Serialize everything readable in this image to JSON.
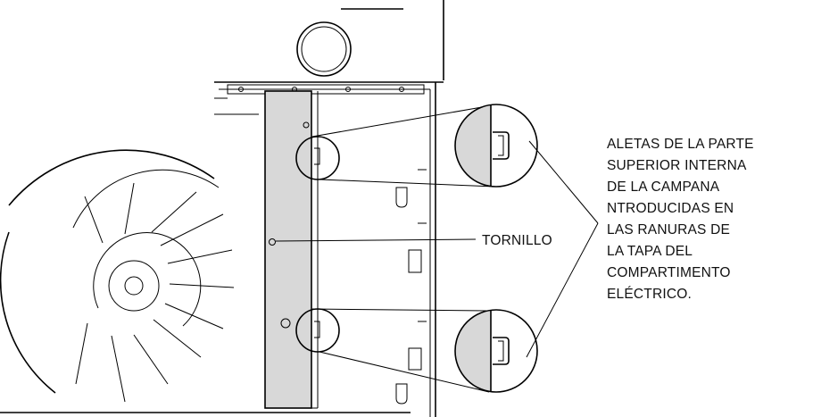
{
  "labels": {
    "screw": "TORNILLO",
    "flaps_lines": [
      "ALETAS DE LA PARTE",
      "SUPERIOR INTERNA",
      "DE LA CAMPANA",
      "NTRODUCIDAS EN",
      "LAS RANURAS DE",
      "LA TAPA DEL",
      "COMPARTIMENTO",
      "ELÉCTRICO."
    ]
  },
  "colors": {
    "line": "#000000",
    "strip_fill": "#d8d8d8",
    "background": "#ffffff"
  }
}
